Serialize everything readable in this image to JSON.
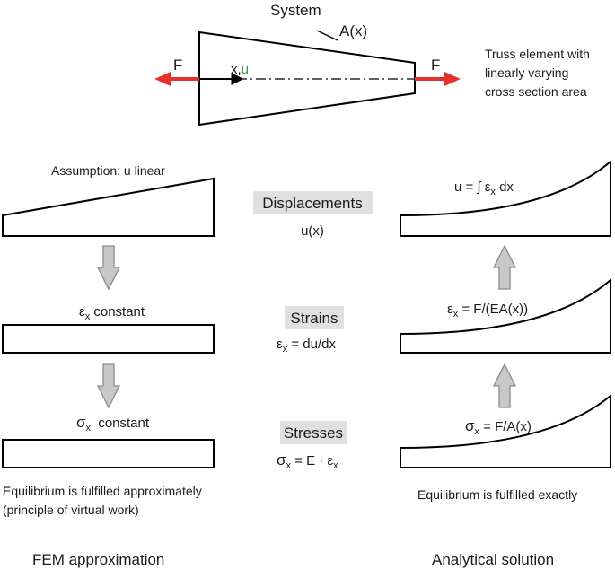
{
  "system": {
    "title": "System",
    "area_label": "A(x)",
    "force_left": "F",
    "force_right": "F",
    "axis_x": "x,",
    "axis_u": "u",
    "note_lines": [
      "Truss element with",
      "linearly varying",
      "cross section area"
    ]
  },
  "center": {
    "displacements_heading": "Displacements",
    "displacements_formula": "u(x)",
    "strains_heading": "Strains",
    "strains_formula": {
      "sym": "ε",
      "sub": "x",
      "rest": " = du/dx"
    },
    "stresses_heading": "Stresses",
    "stresses_formula": {
      "sym": "σ",
      "sub": "x",
      "rest": " = E · ε",
      "sub2": "x"
    }
  },
  "fem": {
    "assumption": "Assumption: u linear",
    "strain_label": {
      "sym": "ε",
      "sub": "x",
      "rest": " constant"
    },
    "stress_label": {
      "sym": "σ",
      "sub": "x",
      "rest": "  constant"
    },
    "equilibrium_lines": [
      "Equilibrium is fulfilled approximately",
      "(principle of virtual work)"
    ],
    "footer": "FEM approximation"
  },
  "analytical": {
    "displacement_formula": {
      "pre": "u = ∫ ε",
      "sub": "x",
      "rest": " dx"
    },
    "strain_formula": {
      "sym": "ε",
      "sub": "x",
      "rest": " = F/(EA(x))"
    },
    "stress_formula": {
      "sym": "σ",
      "sub": "x",
      "rest": " = F/A(x)"
    },
    "equilibrium": "Equilibrium is fulfilled exactly",
    "footer": "Analytical solution"
  },
  "colors": {
    "force_arrow": "#e8302a",
    "axis_u": "#2e9a3c",
    "heading_bg": "#e0e0e0",
    "flow_arrow_fill": "#c8c8c8",
    "flow_arrow_stroke": "#8a8a8a"
  }
}
